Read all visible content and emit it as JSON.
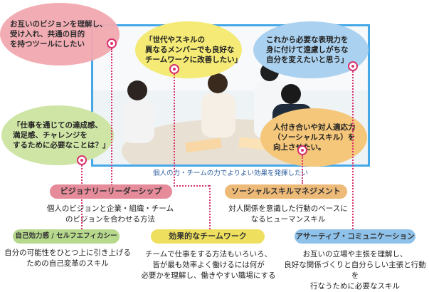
{
  "bubbles": {
    "vision_tool": "お互いのビジョンを理解し、\n受け入れ、共通の目的\nを持つツールにしたい",
    "teamwork": "「世代やスキルの\n異なるメンバーでも良好な\nチームワークに改善したい」",
    "expression": "これから必要な表現力を\n身に付けて遠慮しがちな\n自分を変えたいと思う」",
    "achievement": "「仕事を通じての達成感、\n満足感、チャレンジを\nするために必要なことは？」",
    "social_skill": "人付き合いや対人適応力\n（ソーシャルスキル）を\n向上させたい。"
  },
  "caption": "個人の力・チームの力でよりよい効果を発揮したい",
  "skills": [
    {
      "label": "ビジョナリーリーダーシップ",
      "desc": "個人のビジョンと企業・組織・チーム\nのビジョンを合わせる方法"
    },
    {
      "label": "ソーシャルスキルマネジメント",
      "desc": "対人関係を意識した行動のベースに\nなるヒューマンスキル"
    },
    {
      "label": "自己効力感 / セルフエフィカシー",
      "desc": "自分の可能性をひとつ上に引き上げる\nための自己変革のスキル"
    },
    {
      "label": "効果的なチームワーク",
      "desc": "チームで仕事をする方法もいろいろ、\n皆が最も効率よく働けるには何が\n必要かを理解し、働きやすい職場にする"
    },
    {
      "label": "アサーティブ・コミュニケーション",
      "desc": "お互いの立場や主張を理解し、\n良好な関係づくりと自分らしい主張と行動を\n行なうために必要なスキル"
    }
  ],
  "colors": {
    "photo_border": "#46a8e6",
    "connector": "#d8326e"
  }
}
